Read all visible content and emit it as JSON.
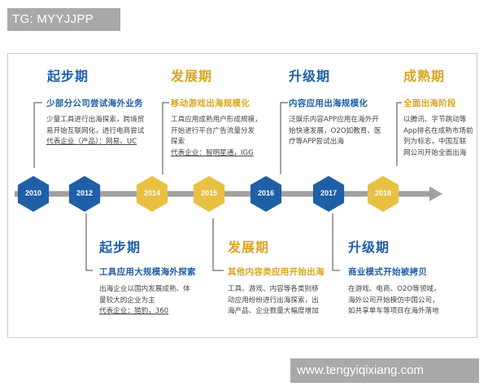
{
  "watermark_top": "TG: MYYJJPP",
  "watermark_bottom": "www.tengyiqixiang.com",
  "timeline": {
    "years": [
      {
        "label": "2010",
        "color": "blue"
      },
      {
        "label": "2012",
        "color": "blue"
      },
      {
        "label": "2014",
        "color": "gold"
      },
      {
        "label": "2015",
        "color": "gold"
      },
      {
        "label": "2016",
        "color": "blue"
      },
      {
        "label": "2017",
        "color": "blue"
      },
      {
        "label": "2018",
        "color": "gold"
      }
    ]
  },
  "top_blocks": [
    {
      "phase": "起步期",
      "heading": "少部分公司尝试海外业务",
      "lines": [
        "少量工具进行出海探索，跨境贸",
        "易开始互联网化，进行电商尝试"
      ],
      "rep": "代表企业（产品）：网易、UC"
    },
    {
      "phase": "发展期",
      "heading": "移动游戏出海规模化",
      "lines": [
        "工具应用成熟用户形成规模，",
        "开始进行平台广告流量分发",
        "探索"
      ],
      "rep": "代表企业：智明星通，IGG"
    },
    {
      "phase": "升级期",
      "heading": "内容应用出海规模化",
      "lines": [
        "泛娱乐内容APP应用在海外开",
        "始快速发展，O2O如教育、医",
        "疗等APP尝试出海"
      ],
      "rep": ""
    },
    {
      "phase": "成熟期",
      "heading": "全面出海阶段",
      "lines": [
        "以腾讯、字节跳动等",
        "App排名在成熟市场前",
        "列为标志，中国互联",
        "网公司开始全面出海"
      ],
      "rep": ""
    }
  ],
  "bottom_blocks": [
    {
      "phase": "起步期",
      "heading": "工具应用大规模海外探索",
      "lines": [
        "出海企业以国内发展成熟、体",
        "量较大的企业为主"
      ],
      "rep": "代表企业：猎豹，360"
    },
    {
      "phase": "发展期",
      "heading": "其他内容类应用开始出海",
      "lines": [
        "工具、游戏、内容等各类别移",
        "动应用纷纷进行出海探索，出",
        "海产品、企业数量大幅度增加"
      ],
      "rep": ""
    },
    {
      "phase": "升级期",
      "heading": "商业模式开始被拷贝",
      "lines": [
        "在游戏、电商、O2O等领域，",
        "海外公司开始模仿中国公司，",
        "如共享单车等项目在海外落地"
      ],
      "rep": ""
    }
  ],
  "colors": {
    "blue": "#1f5fa8",
    "gold": "#e8c142",
    "axis": "#a0a0a0"
  }
}
